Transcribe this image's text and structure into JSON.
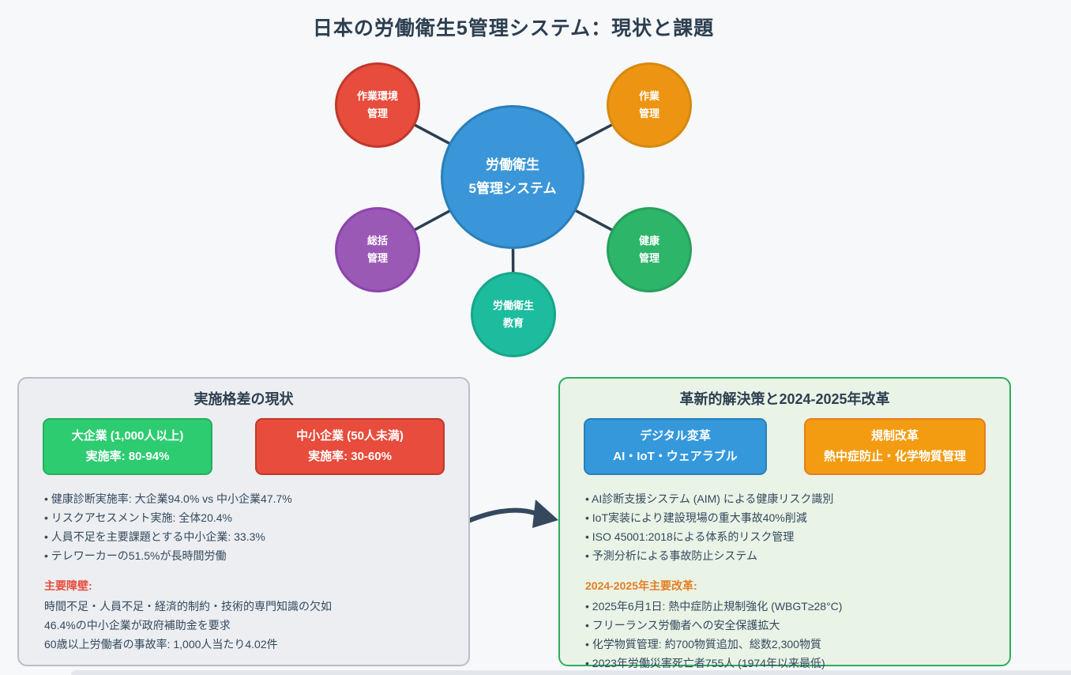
{
  "page": {
    "title": "日本の労働衛生5管理システム：現状と課題"
  },
  "diagram": {
    "center": {
      "line1": "労働衛生",
      "line2": "5管理システム",
      "fill": "#3a96d8",
      "stroke": "#2980b9"
    },
    "nodes": [
      {
        "id": "work-environment-management",
        "line1": "作業環境",
        "line2": "管理",
        "fill": "#e74c3c",
        "stroke": "#c0392b"
      },
      {
        "id": "work-management",
        "line1": "作業",
        "line2": "管理",
        "fill": "#ee9413",
        "stroke": "#d68910"
      },
      {
        "id": "general-management",
        "line1": "総括",
        "line2": "管理",
        "fill": "#9b59b6",
        "stroke": "#8e44ad"
      },
      {
        "id": "health-management",
        "line1": "健康",
        "line2": "管理",
        "fill": "#2db56a",
        "stroke": "#27a05c"
      },
      {
        "id": "health-education",
        "line1": "労働衛生",
        "line2": "教育",
        "fill": "#1dbc9f",
        "stroke": "#17a689"
      }
    ],
    "connector_color": "#2c3e50"
  },
  "left_panel": {
    "title": "実施格差の現状",
    "pills": [
      {
        "line1": "大企業 (1,000人以上)",
        "line2": "実施率: 80-94%",
        "bg": "#2ecc71",
        "border": "#27ae60"
      },
      {
        "line1": "中小企業 (50人未満)",
        "line2": "実施率: 30-60%",
        "bg": "#e74c3c",
        "border": "#c0392b"
      }
    ],
    "bullets": [
      "• 健康診断実施率: 大企業94.0% vs 中小企業47.7%",
      "• リスクアセスメント実施: 全体20.4%",
      "• 人員不足を主要課題とする中小企業: 33.3%",
      "• テレワーカーの51.5%が長時間労働"
    ],
    "barrier_header": "主要障壁:",
    "barriers": [
      "時間不足・人員不足・経済的制約・技術的専門知識の欠如",
      "46.4%の中小企業が政府補助金を要求",
      "60歳以上労働者の事故率: 1,000人当たり4.02件"
    ]
  },
  "right_panel": {
    "title": "革新的解決策と2024-2025年改革",
    "pills": [
      {
        "line1": "デジタル変革",
        "line2": "AI・IoT・ウェアラブル",
        "bg": "#3498db",
        "border": "#2980b9"
      },
      {
        "line1": "規制改革",
        "line2": "熱中症防止・化学物質管理",
        "bg": "#f39c12",
        "border": "#e67e22"
      }
    ],
    "bullets": [
      "• AI診断支援システム (AIM) による健康リスク識別",
      "• IoT実装により建設現場の重大事故40%削減",
      "• ISO 45001:2018による体系的リスク管理",
      "• 予測分析による事故防止システム"
    ],
    "reform_header": "2024-2025年主要改革:",
    "reforms": [
      "• 2025年6月1日: 熱中症防止規制強化 (WBGT≥28°C)",
      "• フリーランス労働者への安全保護拡大",
      "• 化学物質管理: 約700物質追加、総数2,300物質",
      "• 2023年労働災害死亡者755人 (1974年以来最低)"
    ]
  }
}
